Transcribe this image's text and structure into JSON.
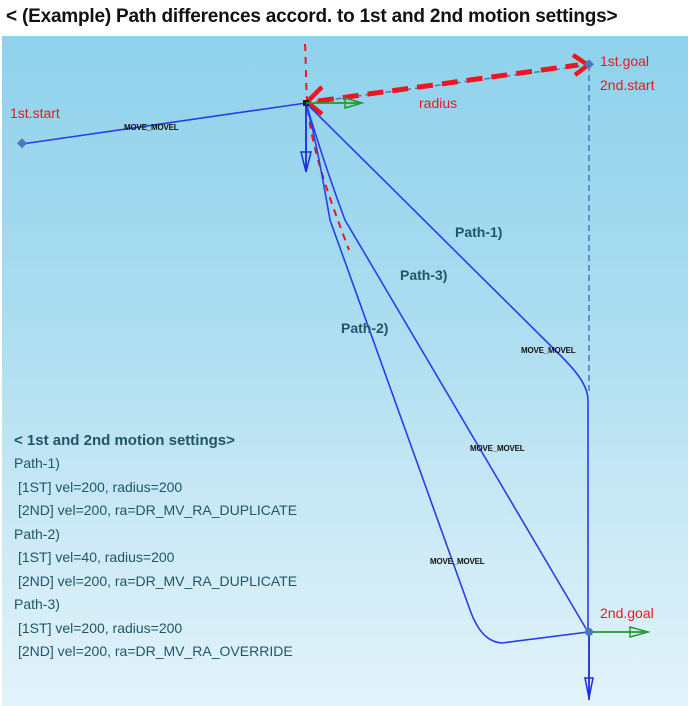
{
  "title": "< (Example) Path differences accord. to 1st and 2nd motion settings>",
  "diagram": {
    "labels": {
      "first_start": "1st.start",
      "first_goal": "1st.goal",
      "second_start": "2nd.start",
      "second_goal": "2nd.goal",
      "radius": "radius",
      "path1": "Path-1)",
      "path2": "Path-2)",
      "path3": "Path-3)"
    },
    "command_labels": {
      "seg1": "MOVE_MOVEL",
      "path1": "MOVE_MOVEL",
      "path3": "MOVE_MOVEL",
      "path2": "MOVE_MOVEL"
    },
    "colors": {
      "path": "#2a3de8",
      "annotation": "#f0141e",
      "axis_x": "#1f9a2a",
      "axis_z": "#1a2be0",
      "waypoint": "#4a78b8",
      "guide": "#4a78b8"
    }
  },
  "settings": {
    "heading": "< 1st and 2nd motion settings>",
    "paths": [
      {
        "name": "Path-1)",
        "first": "[1ST]   vel=200,  radius=200",
        "second": "[2ND]  vel=200, ra=DR_MV_RA_DUPLICATE"
      },
      {
        "name": "Path-2)",
        "first": "[1ST]   vel=40, radius=200",
        "second": "[2ND]  vel=200, ra=DR_MV_RA_DUPLICATE"
      },
      {
        "name": "Path-3)",
        "first": "[1ST]   vel=200, radius=200",
        "second": "[2ND]  vel=200, ra=DR_MV_RA_OVERRIDE"
      }
    ]
  }
}
